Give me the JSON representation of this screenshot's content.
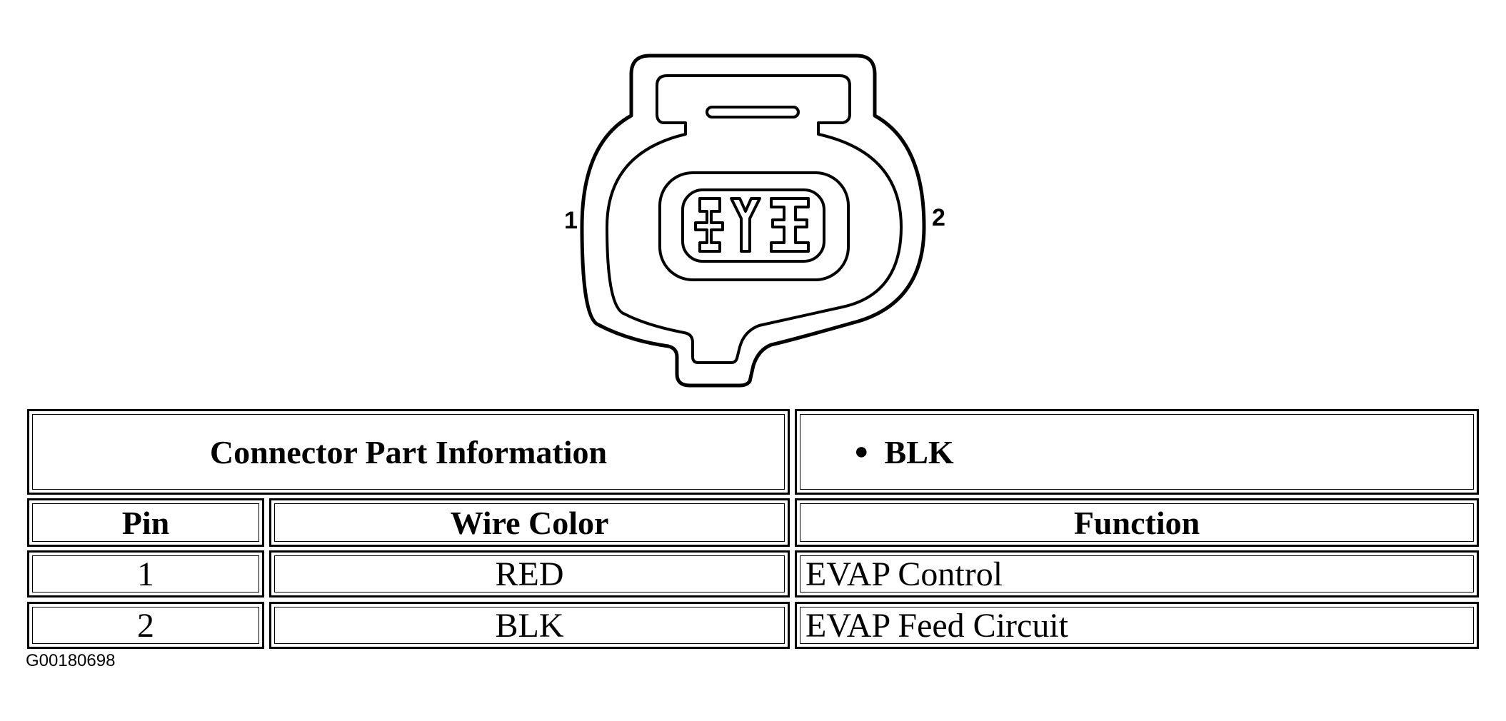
{
  "connector": {
    "pin_labels": [
      "1",
      "2"
    ]
  },
  "table": {
    "title": "Connector Part Information",
    "part_info_bullet": "BLK",
    "columns": [
      "Pin",
      "Wire Color",
      "Function"
    ],
    "rows": [
      {
        "pin": "1",
        "wire_color": "RED",
        "function": "EVAP Control"
      },
      {
        "pin": "2",
        "wire_color": "BLK",
        "function": "EVAP Feed Circuit"
      }
    ]
  },
  "figure_code": "G00180698"
}
